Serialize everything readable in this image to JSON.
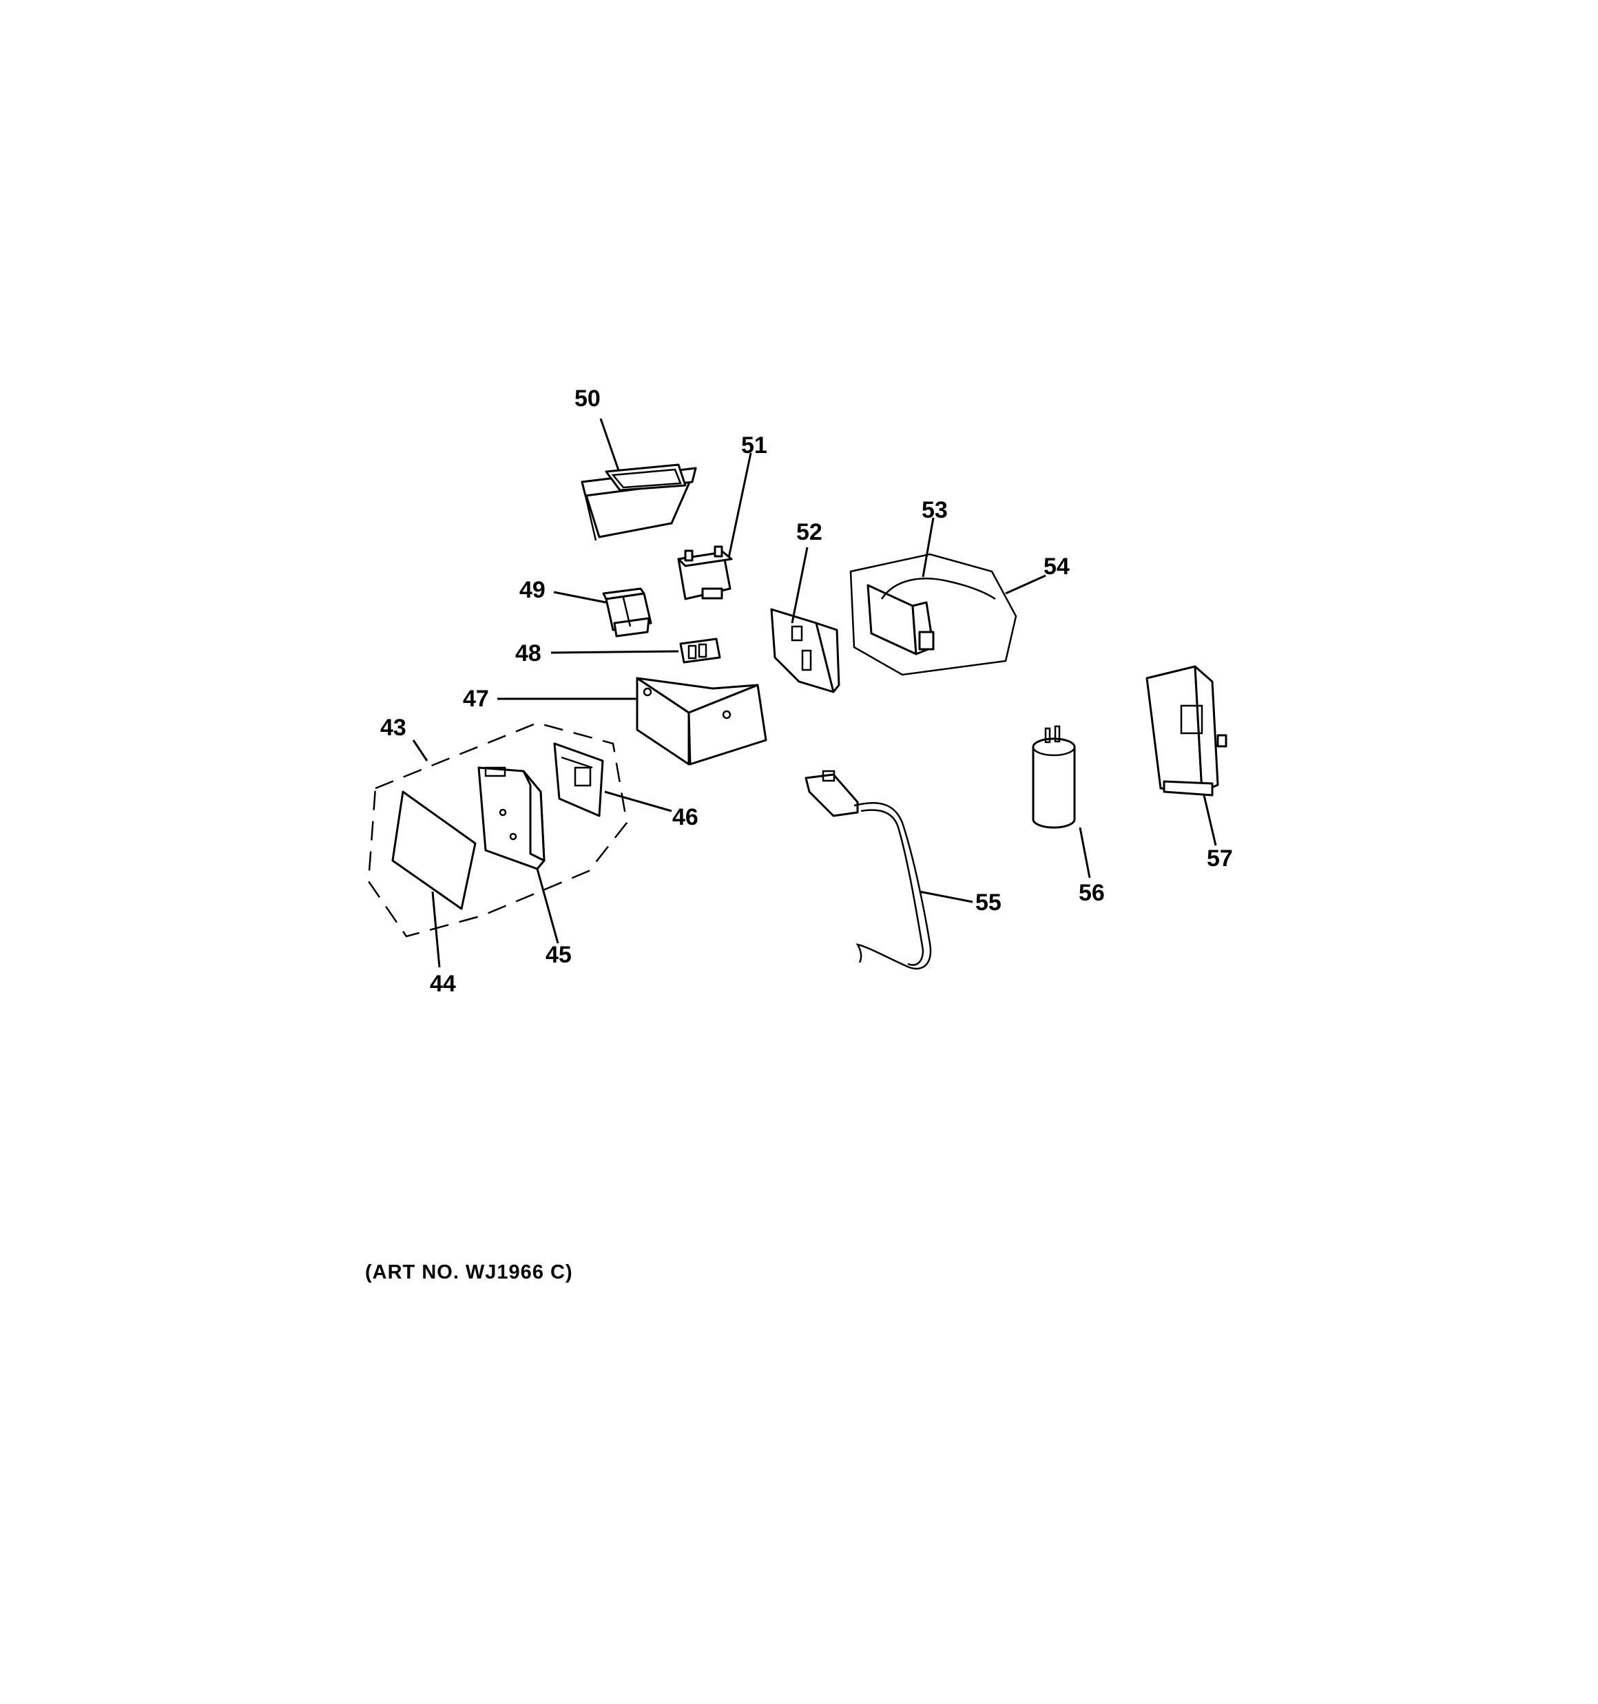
{
  "callouts": [
    "43",
    "44",
    "45",
    "46",
    "47",
    "48",
    "49",
    "50",
    "51",
    "52",
    "53",
    "54",
    "55",
    "56",
    "57"
  ],
  "art_number": "(ART NO. WJ1966 C)"
}
